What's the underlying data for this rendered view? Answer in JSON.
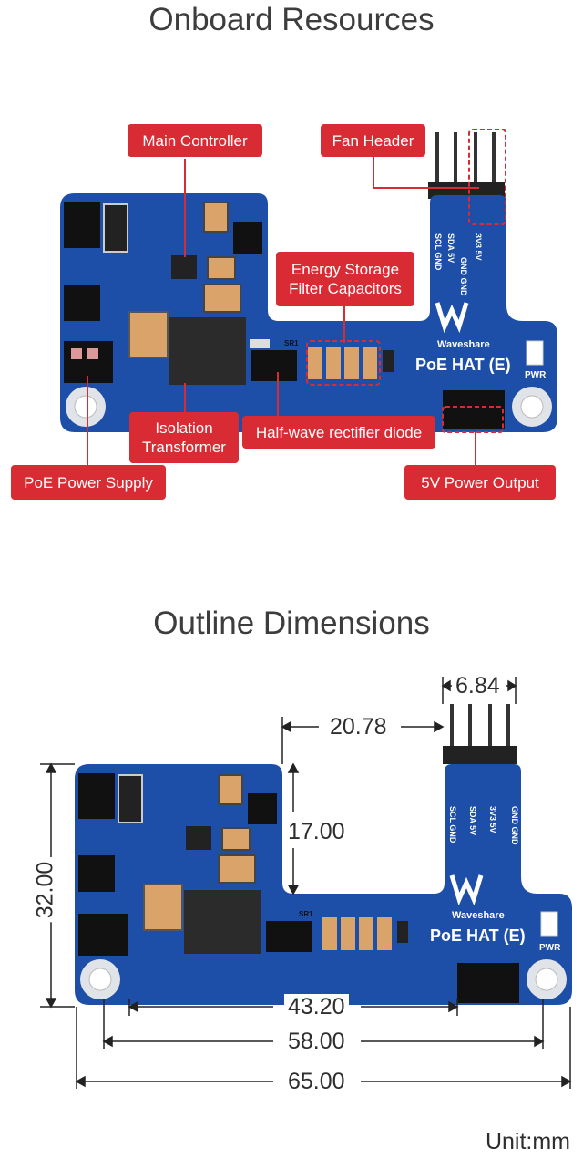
{
  "top": {
    "title": "Onboard Resources",
    "callouts": {
      "main_controller": "Main Controller",
      "fan_header": "Fan Header",
      "energy_storage": "Energy Storage Filter Capacitors",
      "isolation_transformer": "Isolation Transformer",
      "half_wave": "Half-wave rectifier diode",
      "poe_power_supply": "PoE Power Supply",
      "power_output": "5V Power Output"
    }
  },
  "bottom": {
    "title": "Outline Dimensions",
    "dimensions": {
      "pin_pitch": "6.84",
      "offset": "20.78",
      "notch_height": "17.00",
      "height": "32.00",
      "hole_spacing_inner": "43.20",
      "hole_spacing": "58.00",
      "width": "65.00"
    },
    "unit": "Unit:mm"
  },
  "board": {
    "brand": "Waveshare",
    "model": "PoE HAT (E)",
    "pwr": "PWR",
    "pin_top": "GND GND",
    "pin_mid": "3V3 5V",
    "pin_sda": "SDA 5V",
    "pin_scl": "SCL GND",
    "sr1": "SR1",
    "colors": {
      "pcb": "#1d4fa8",
      "callout": "#d92b33",
      "pad": "#e0e3e8"
    }
  }
}
